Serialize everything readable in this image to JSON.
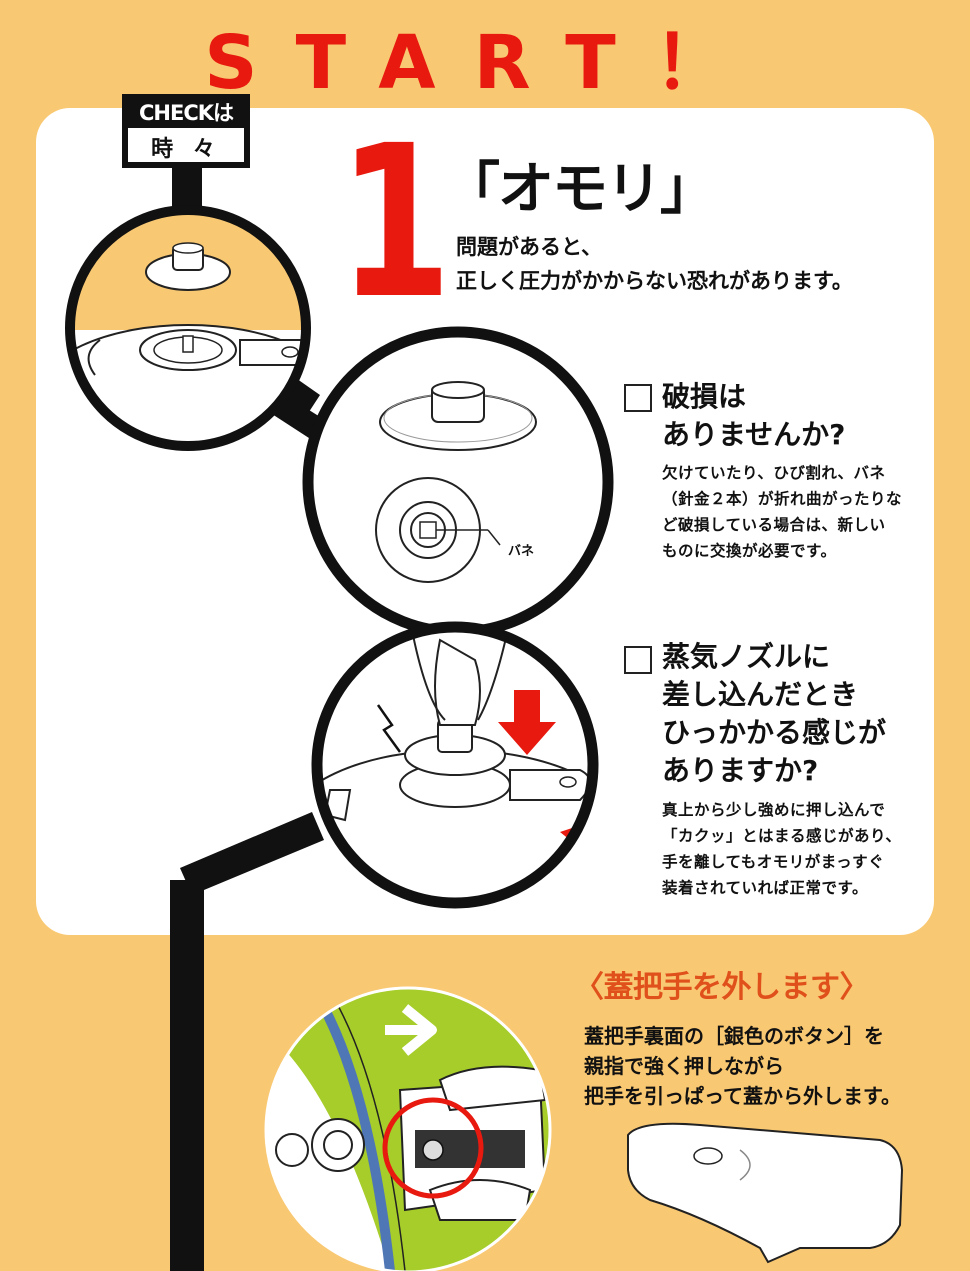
{
  "header": {
    "title": "START！"
  },
  "check_badge": {
    "line1": "CHECKは",
    "line2": "時 々"
  },
  "step": {
    "number": "1",
    "title": "「オモリ」",
    "intro": [
      "問題があると、",
      "正しく圧力がかからない恐れがあります。"
    ]
  },
  "checks": [
    {
      "heading": [
        "破損は",
        "ありませんか?"
      ],
      "body": [
        "欠けていたり、ひび割れ、バネ",
        "（針金２本）が折れ曲がったりな",
        "ど破損している場合は、新しい",
        "ものに交換が必要です。"
      ]
    },
    {
      "heading": [
        "蒸気ノズルに",
        "差し込んだとき",
        "ひっかかる感じが",
        "ありますか?"
      ],
      "body": [
        "真上から少し強めに押し込んで",
        "「カクッ」とはまる感じがあり、",
        "手を離してもオモリがまっすぐ",
        "装着されていれば正常です。"
      ]
    }
  ],
  "spring_label": "バネ",
  "remove_section": {
    "title": "〈蓋把手を外します〉",
    "body": [
      "蓋把手裏面の［銀色のボタン］を",
      "親指で強く押しながら",
      "把手を引っぱって蓋から外します。"
    ]
  },
  "colors": {
    "background": "#f9c872",
    "accent_red": "#e8190f",
    "accent_orange": "#e0501a",
    "green": "#a6cd2a"
  }
}
